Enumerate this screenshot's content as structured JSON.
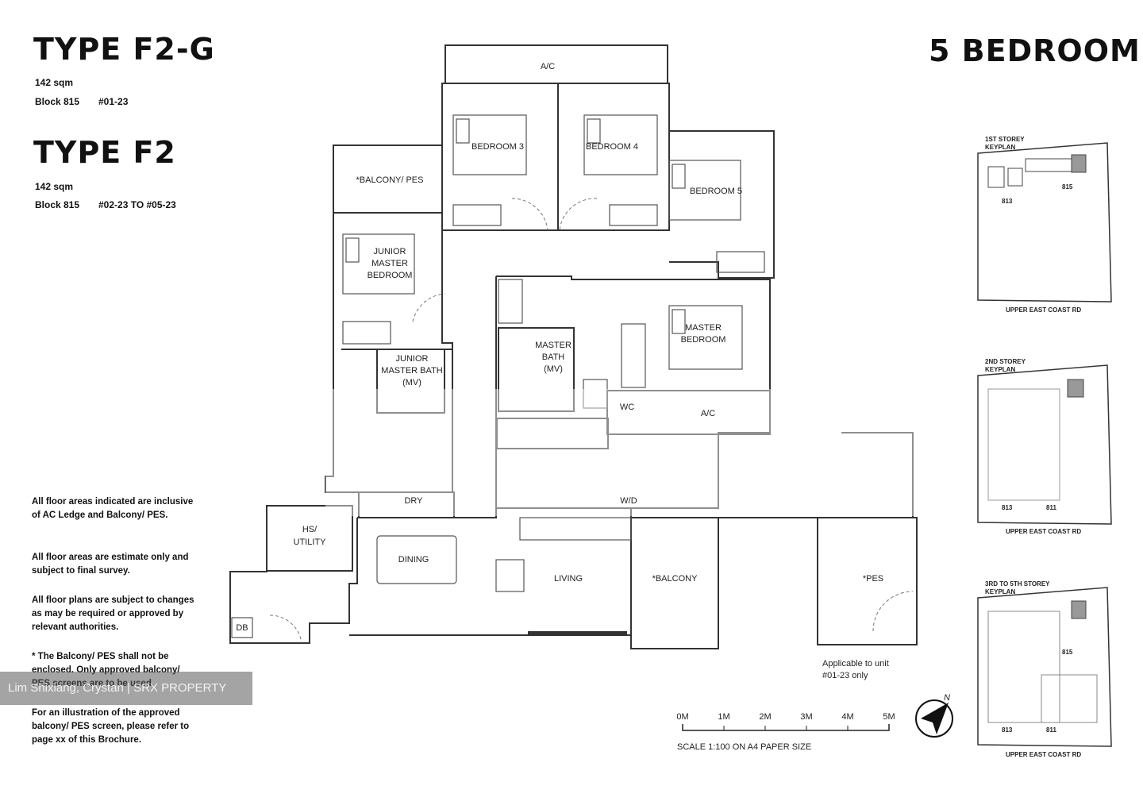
{
  "header": {
    "type_g": "TYPE F2-G",
    "type_g_area": "142 sqm",
    "type_g_block": "Block 815",
    "type_g_units": "#01-23",
    "type_f": "TYPE F2",
    "type_f_area": "142 sqm",
    "type_f_block": "Block 815",
    "type_f_units": "#02-23 TO #05-23",
    "bedroom_count": "5 BEDROOM"
  },
  "notes": [
    "All floor areas indicated are inclusive of AC Ledge and Balcony/ PES.",
    "All floor areas are estimate only and subject to final survey.",
    "All floor plans are subject to changes as may be required or approved by relevant authorities.",
    "* The Balcony/ PES shall not be enclosed. Only approved balcony/ PES screens are to be used.",
    "For an illustration of the approved balcony/ PES screen, please refer to page xx of this Brochure."
  ],
  "rooms": {
    "ac_top": "A/C",
    "bedroom3": "BEDROOM 3",
    "bedroom4": "BEDROOM 4",
    "bedroom5": "BEDROOM 5",
    "balcony_pes": "*BALCONY/ PES",
    "junior_master_1": "JUNIOR",
    "junior_master_2": "MASTER",
    "junior_master_3": "BEDROOM",
    "junior_bath_1": "JUNIOR",
    "junior_bath_2": "MASTER BATH",
    "junior_bath_3": "(MV)",
    "master_bath_1": "MASTER",
    "master_bath_2": "BATH",
    "master_bath_3": "(MV)",
    "master_bed_1": "MASTER",
    "master_bed_2": "BEDROOM",
    "wc": "WC",
    "ac_mid": "A/C",
    "dry": "DRY",
    "wd": "W/D",
    "hs_1": "HS/",
    "hs_2": "UTILITY",
    "dining": "DINING",
    "living": "LIVING",
    "balcony": "*BALCONY",
    "pes": "*PES",
    "db": "DB",
    "applicable_1": "Applicable to unit",
    "applicable_2": "#01-23 only"
  },
  "scale": {
    "ticks": [
      "0M",
      "1M",
      "2M",
      "3M",
      "4M",
      "5M"
    ],
    "caption": "SCALE  1:100 ON A4 PAPER SIZE",
    "north": "N"
  },
  "keyplans": [
    {
      "title_1": "1ST STOREY",
      "title_2": "KEYPLAN",
      "road": "UPPER EAST COAST RD",
      "blocks": [
        "813",
        "815"
      ]
    },
    {
      "title_1": "2ND STOREY",
      "title_2": "KEYPLAN",
      "road": "UPPER EAST COAST RD",
      "blocks": [
        "813",
        "811"
      ]
    },
    {
      "title_1": "3RD TO 5TH STOREY",
      "title_2": "KEYPLAN",
      "road": "UPPER EAST COAST RD",
      "blocks": [
        "815",
        "813",
        "811"
      ]
    }
  ],
  "watermark": "Lim Shixiang, Crystan | SRX PROPERTY"
}
